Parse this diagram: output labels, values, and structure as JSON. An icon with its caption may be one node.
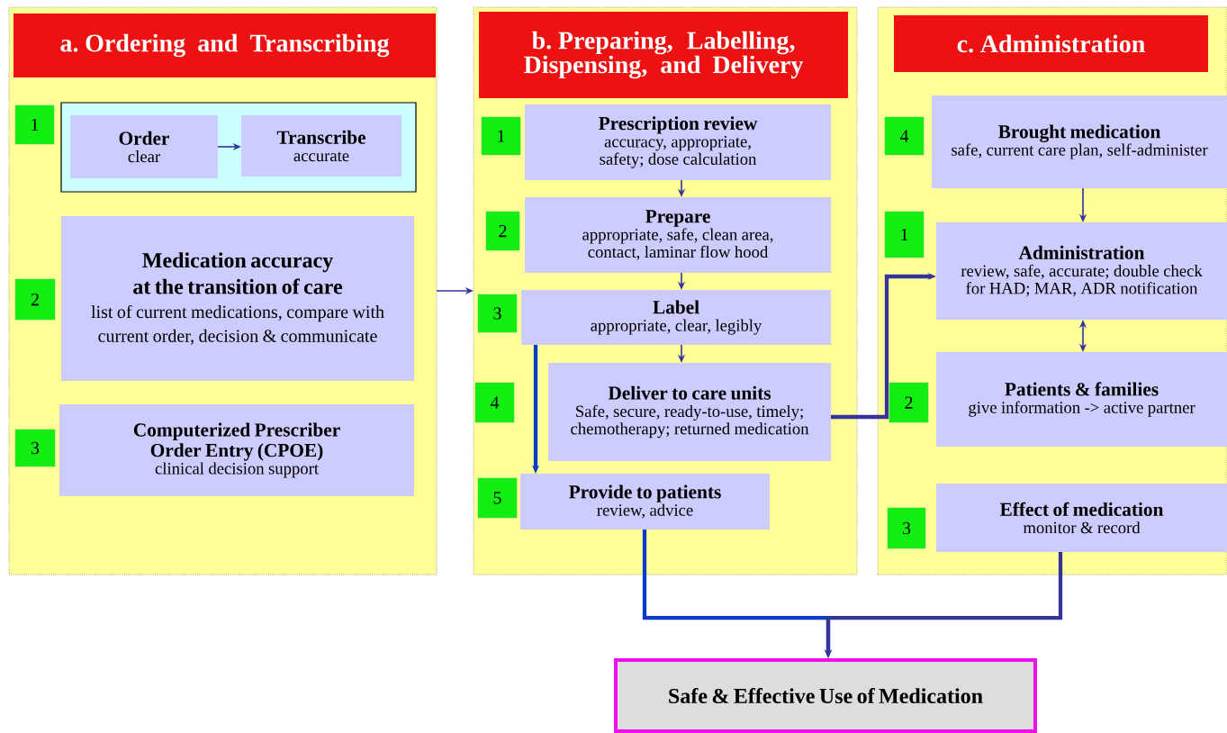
{
  "diagram": {
    "nodes": [
      {
        "text": [],
        "shape": "box"
      },
      {
        "text": [
          "a. Ordering and Transcribing"
        ],
        "in": 0
      },
      {
        "text": [
          "1"
        ],
        "in": 0
      },
      {
        "text": [],
        "shape": "box",
        "in": 0
      },
      {
        "text": [
          "Order",
          "clear"
        ],
        "in": 3
      },
      {
        "text": [
          "Transcribe",
          "accurate"
        ],
        "in": 3
      },
      {
        "text": [
          "2"
        ],
        "in": 0
      },
      {
        "text": [
          "Medication accuracy at the transition of care",
          "list of current medications, compare with current order, decision & communicate"
        ],
        "in": 0
      },
      {
        "text": [
          "3"
        ],
        "in": 0
      },
      {
        "text": [
          "Computerized Prescriber Order Entry (CPOE)",
          "clinical decision support"
        ],
        "in": 0
      },
      {
        "text": [],
        "shape": "box"
      },
      {
        "text": [
          "b. Preparing, Labelling, Dispensing, and Delivery"
        ],
        "in": 10
      },
      {
        "text": [
          "1"
        ],
        "in": 10
      },
      {
        "text": [
          "Prescription review",
          "accuracy, appropriate, safety; dose calculation"
        ],
        "in": 10
      },
      {
        "text": [
          "2"
        ],
        "in": 10
      },
      {
        "text": [
          "Prepare",
          "appropriate, safe, clean area, contact, laminar flow hood"
        ],
        "in": 10
      },
      {
        "text": [
          "3"
        ],
        "in": 10
      },
      {
        "text": [
          "Label",
          "appropriate, clear, legibly"
        ],
        "in": 10
      },
      {
        "text": [
          "4"
        ],
        "in": 10
      },
      {
        "text": [
          "Deliver to care units",
          "Safe, secure, ready-to-use, timely; chemotherapy; returned medication"
        ],
        "in": 10
      },
      {
        "text": [
          "5"
        ],
        "in": 10
      },
      {
        "text": [
          "Provide to patients",
          "review, advice"
        ],
        "in": 10
      },
      {
        "text": [],
        "shape": "box"
      },
      {
        "text": [
          "c. Administration"
        ],
        "in": 22
      },
      {
        "text": [
          "4"
        ],
        "in": 22
      },
      {
        "text": [
          "Brought medication",
          "safe, current care plan, self-administer"
        ],
        "in": 22
      },
      {
        "text": [
          "1"
        ],
        "in": 22
      },
      {
        "text": [
          "Administration",
          "review, safe, accurate; double check for HAD; MAR, ADR notification"
        ],
        "in": 22
      },
      {
        "text": [
          "2"
        ],
        "in": 22
      },
      {
        "text": [
          "Patients & families",
          "give information -> active partner"
        ],
        "in": 22
      },
      {
        "text": [
          "3"
        ],
        "in": 22
      },
      {
        "text": [
          "Effect of medication",
          "monitor & record"
        ],
        "in": 22
      },
      {
        "text": [
          "Safe & Effective Use of Medication"
        ]
      }
    ],
    "edges": [
      {
        "from": 4,
        "to": 5,
        "arrow": "to"
      },
      {
        "from": 0,
        "to": 10,
        "arrow": "to"
      },
      {
        "from": 13,
        "to": 15,
        "arrow": "to"
      },
      {
        "from": 15,
        "to": 17,
        "arrow": "to"
      },
      {
        "from": 17,
        "to": 19,
        "arrow": "to"
      },
      {
        "from": 17,
        "to": 21,
        "arrow": "to",
        "style": "thick",
        "color": "#0a3ccc"
      },
      {
        "from": 19,
        "to": 27,
        "arrow": "to",
        "style": "thick"
      },
      {
        "from": 25,
        "to": 27,
        "arrow": "to"
      },
      {
        "from": 27,
        "to": 29,
        "arrow": "both"
      },
      {
        "from": 21,
        "to": 32,
        "arrow": "to",
        "style": "thick",
        "color": "#0a3ccc"
      },
      {
        "from": 31,
        "to": 32,
        "arrow": "to",
        "style": "thick"
      }
    ]
  }
}
